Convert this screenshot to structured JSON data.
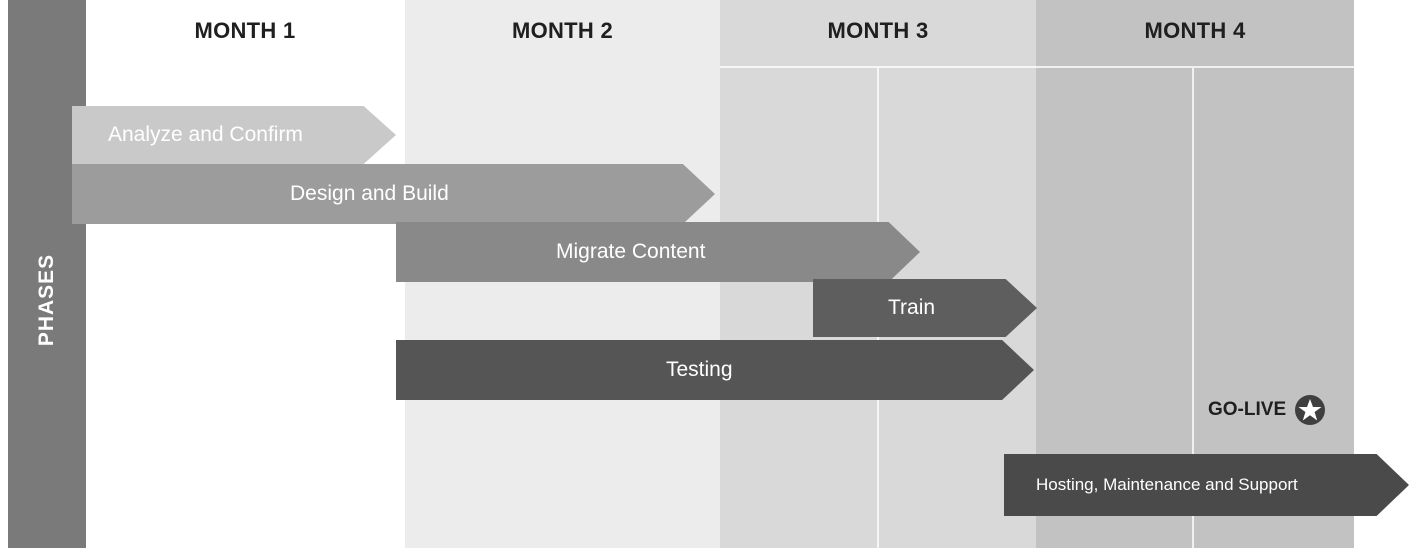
{
  "axis_label": "PHASES",
  "months": [
    "MONTH 1",
    "MONTH 2",
    "MONTH 3",
    "MONTH 4"
  ],
  "phases": [
    {
      "name": "Analyze and Confirm",
      "color": "#c9c9c9"
    },
    {
      "name": "Design and Build",
      "color": "#9c9c9c"
    },
    {
      "name": "Migrate Content",
      "color": "#898989"
    },
    {
      "name": "Train",
      "color": "#5e5e5e"
    },
    {
      "name": "Testing",
      "color": "#555555"
    },
    {
      "name": "Hosting, Maintenance and Support",
      "color": "#4a4a4a"
    }
  ],
  "milestone": {
    "label": "GO-LIVE",
    "icon": "star-icon"
  }
}
